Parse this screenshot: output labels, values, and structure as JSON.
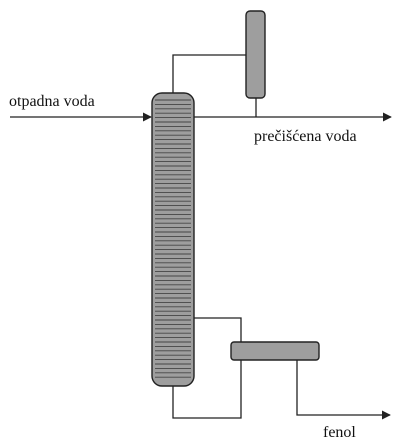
{
  "labels": {
    "feed": "otpadna voda",
    "treated": "prečišćena voda",
    "product": "fenol"
  },
  "equipment": {
    "column": "column-icon",
    "condenser_drum": "reflux-drum-icon",
    "reboiler": "reboiler-icon"
  },
  "colors": {
    "vessel_fill": "#9e9e9e",
    "line": "#222222",
    "tray_line": "#444444"
  }
}
